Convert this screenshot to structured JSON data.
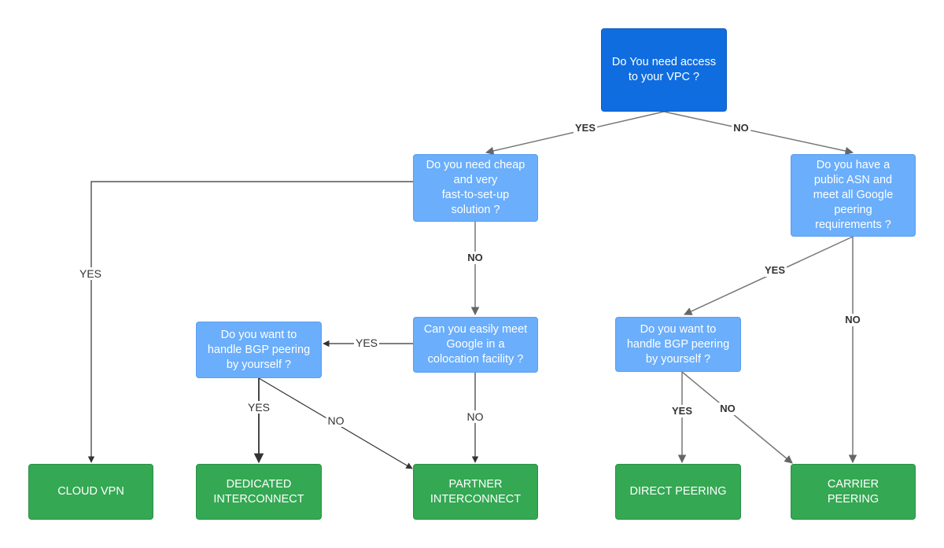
{
  "nodes": {
    "q_vpc": "Do You need access\nto your VPC ?",
    "q_cheap": "Do you need cheap\nand very\nfast-to-set-up\nsolution ?",
    "q_asn": "Do you have a\npublic ASN and\nmeet all Google\npeering\nrequirements ?",
    "q_colo": "Can you easily meet\nGoogle in a\ncolocation facility ?",
    "q_bgp_left": "Do you want to\nhandle BGP peering\nby yourself ?",
    "q_bgp_right": "Do you want to\nhandle BGP peering\nby yourself ?",
    "o_cloud_vpn": "CLOUD VPN",
    "o_dedicated": "DEDICATED\nINTERCONNECT",
    "o_partner": "PARTNER\nINTERCONNECT",
    "o_direct": "DIRECT PEERING",
    "o_carrier": "CARRIER\nPEERING"
  },
  "edges": {
    "vpc_yes": "YES",
    "vpc_no": "NO",
    "cheap_yes": "YES",
    "cheap_no": "NO",
    "colo_yes": "YES",
    "colo_no": "NO",
    "bgpl_yes": "YES",
    "bgpl_no": "NO",
    "asn_yes": "YES",
    "asn_no": "NO",
    "bgpr_yes": "YES",
    "bgpr_no": "NO"
  },
  "colors": {
    "question_primary": "#0f6de0",
    "question": "#6aaefc",
    "outcome": "#34a853",
    "connector": "#777777"
  }
}
